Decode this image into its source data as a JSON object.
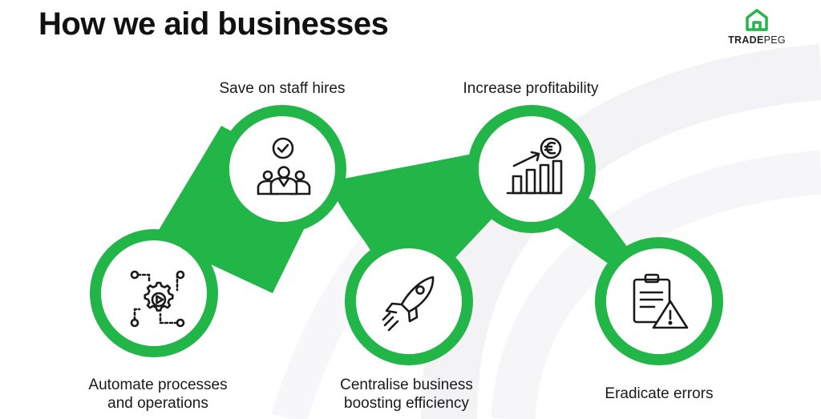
{
  "title": "How we aid businesses",
  "logo": {
    "text_bold": "TRADE",
    "text_regular": "PEG",
    "icon": "house-logo-icon"
  },
  "colors": {
    "accent": "#22b548",
    "title": "#111111",
    "text": "#1a1a1a"
  },
  "steps": [
    {
      "label": "Automate processes\nand operations",
      "icon": "automation-gear-icon"
    },
    {
      "label": "Save on staff hires",
      "icon": "staff-team-icon"
    },
    {
      "label": "Centralise business\nboosting efficiency",
      "icon": "rocket-icon"
    },
    {
      "label": "Increase profitability",
      "icon": "profit-growth-euro-icon"
    },
    {
      "label": "Eradicate errors",
      "icon": "clipboard-warning-icon"
    }
  ]
}
